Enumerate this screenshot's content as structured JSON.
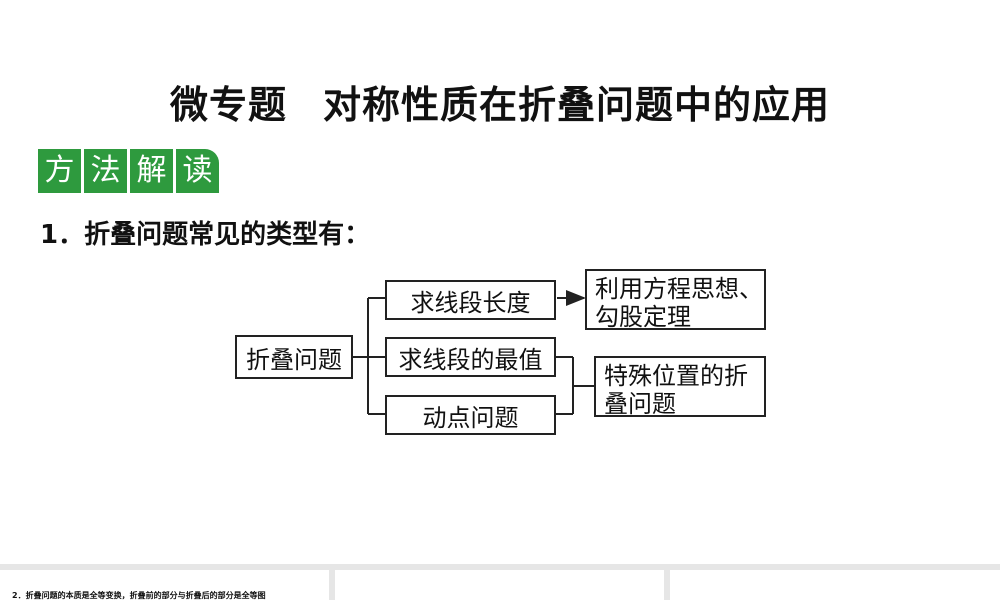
{
  "title": {
    "main": "微专题",
    "sub": "对称性质在折叠问题中的应用"
  },
  "badge": [
    "方",
    "法",
    "解",
    "读"
  ],
  "heading": "1．折叠问题常见的类型有：",
  "diagram": {
    "root": "折叠问题",
    "types": [
      "求线段长度",
      "求线段的最值",
      "动点问题"
    ],
    "methods": [
      "利用方程思想、勾股定理",
      "特殊位置的折叠问题"
    ]
  },
  "next_slide_text": "2．折叠问题的本质是全等变换，折叠前的部分与折叠后的部分是全等图"
}
